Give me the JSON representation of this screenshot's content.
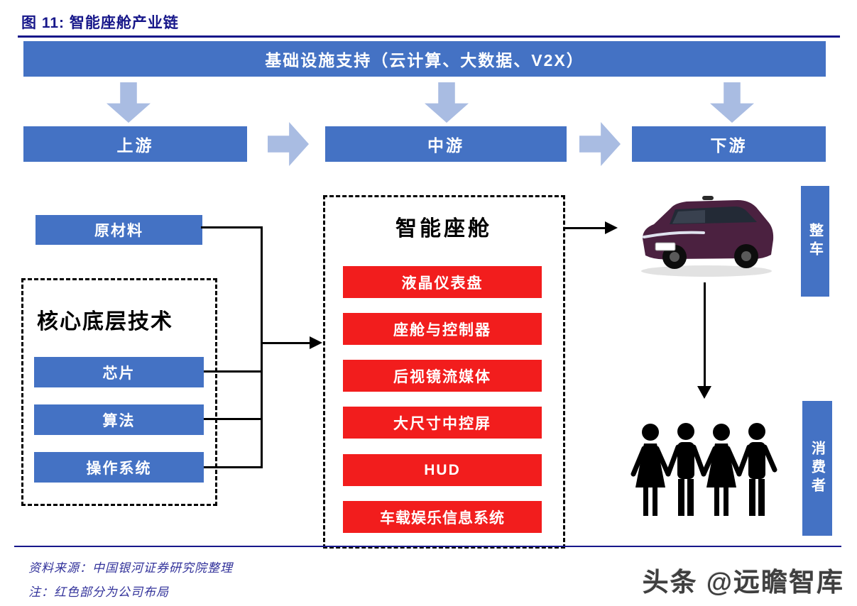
{
  "figure": {
    "title": "图 11:  智能座舱产业链",
    "source": "资料来源：中国银河证券研究院整理",
    "note": "注：红色部分为公司布局",
    "watermark": "头条 @远瞻智库"
  },
  "colors": {
    "stage_blue": "#4472C4",
    "flow_arrow_light_blue": "#A9BCE2",
    "company_red": "#F21D1D",
    "title_navy": "#17178A",
    "footer_indigo": "#33339B"
  },
  "infrastructure": {
    "label": "基础设施支持（云计算、大数据、V2X）"
  },
  "stages": [
    {
      "label": "上游"
    },
    {
      "label": "中游"
    },
    {
      "label": "下游"
    }
  ],
  "upstream": {
    "raw_material": "原材料",
    "core_tech_title": "核心底层技术",
    "core_tech_items": [
      "芯片",
      "算法",
      "操作系统"
    ]
  },
  "midstream": {
    "title": "智能座舱",
    "items": [
      "液晶仪表盘",
      "座舱与控制器",
      "后视镜流媒体",
      "大尺寸中控屏",
      "HUD",
      "车载娱乐信息系统"
    ]
  },
  "downstream": {
    "vehicle_label": "整车",
    "consumer_label": "消费者"
  },
  "icons": {
    "car": "suv-car-photo",
    "consumers": "four-people-holding-hands-icon"
  }
}
